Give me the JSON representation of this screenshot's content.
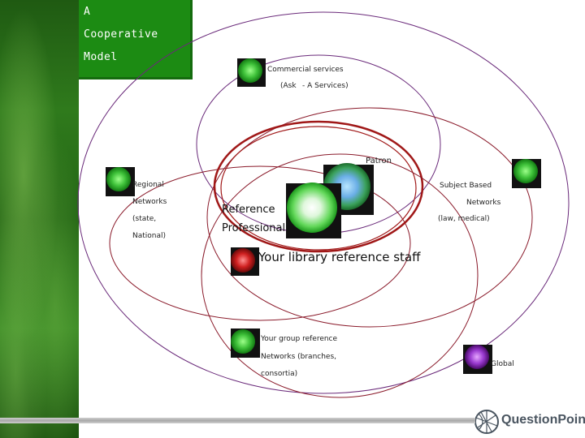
{
  "title": [
    "A",
    "Cooperative",
    "Model"
  ],
  "nodes": {
    "commercial": {
      "line1": "Commercial services",
      "line2": "(Ask",
      "line3": "- A Services)"
    },
    "regional": {
      "line1": "Regional",
      "line2": "Networks",
      "line3": "(state,",
      "line4": "National)"
    },
    "subject": {
      "line1": "Subject Based",
      "line2": "Networks",
      "line3": "(law, medical)"
    },
    "patron": {
      "label": "Patron"
    },
    "professional": {
      "line1": "Reference",
      "line2": "Professional"
    },
    "library_staff": {
      "label": "Your library reference staff"
    },
    "group": {
      "line1": "Your group reference",
      "line2": "Networks (branches,",
      "line3": "consortia)"
    },
    "global": {
      "label": "Global"
    }
  },
  "logo": {
    "text": "QuestionPoint"
  },
  "colors": {
    "title_bg": "#1c8b13",
    "ring_purple": "#6a2a7a",
    "ring_red": "#a01818",
    "node_green": "#3fc23a",
    "node_blue": "#6aaee6",
    "node_red": "#d02020",
    "node_purple": "#9a3ad0"
  }
}
